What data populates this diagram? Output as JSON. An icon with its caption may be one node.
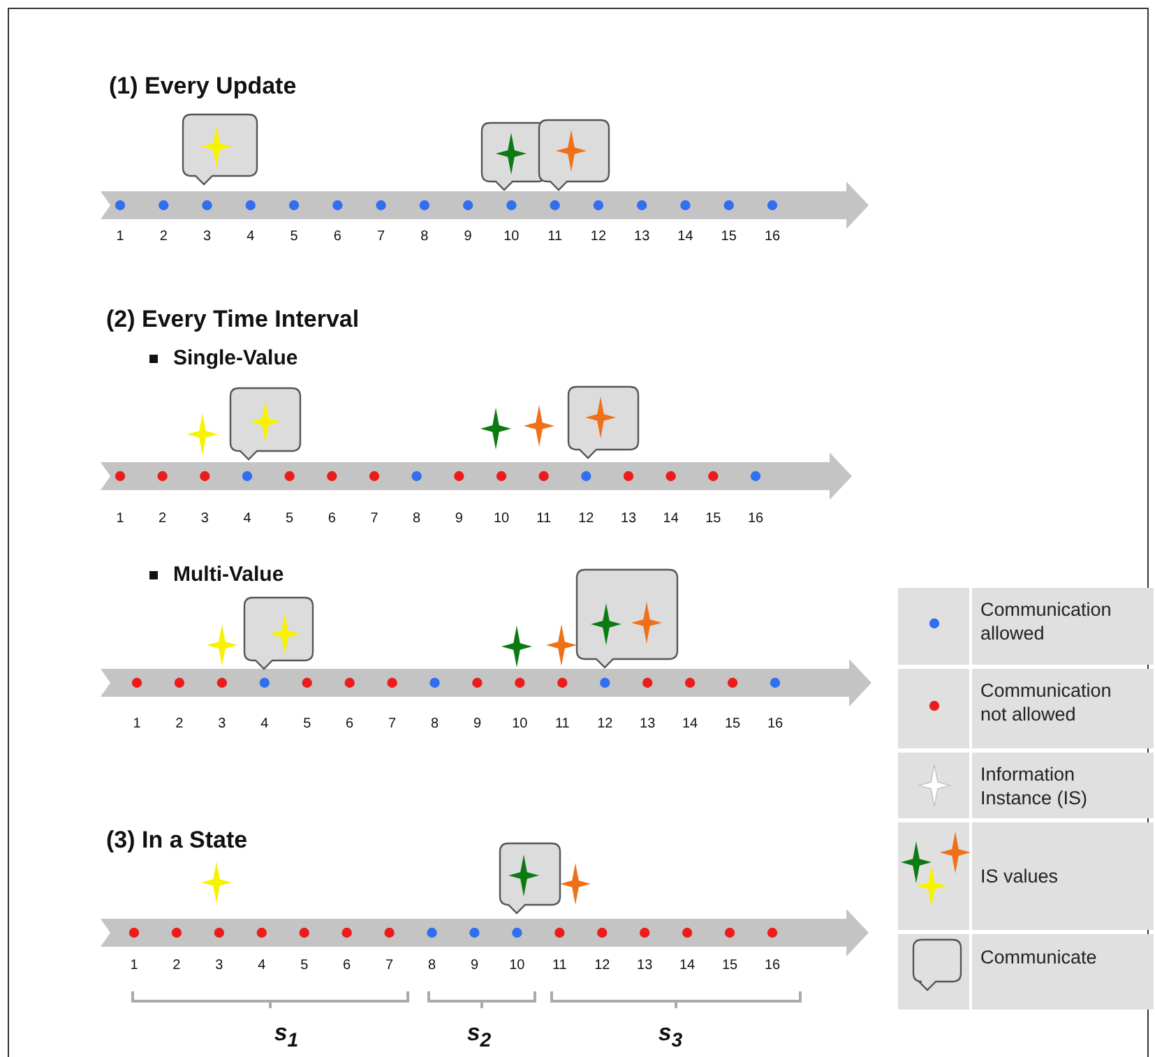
{
  "diagram": {
    "labels": [
      "(1)  Every Update",
      "1",
      "2",
      "3",
      "4",
      "5",
      "6",
      "7",
      "8",
      "9",
      "10",
      "11",
      "12",
      "13",
      "14",
      "15",
      "16",
      "(2)  Every Time Interval",
      "Single-Value",
      "1",
      "2",
      "3",
      "4",
      "5",
      "6",
      "7",
      "8",
      "9",
      "10",
      "11",
      "12",
      "13",
      "14",
      "15",
      "16",
      "Multi-Value",
      "1",
      "2",
      "3",
      "4",
      "5",
      "6",
      "7",
      "8",
      "9",
      "10",
      "11",
      "12",
      "13",
      "14",
      "15",
      "16",
      "(3)  In a State",
      "1",
      "2",
      "3",
      "4",
      "5",
      "6",
      "7",
      "8",
      "9",
      "10",
      "11",
      "12",
      "13",
      "14",
      "15",
      "16",
      "s$_{1}$",
      "s$_{2}$",
      "s$_{3}$"
    ],
    "legend": [
      {
        "text": "Communication allowed",
        "color": "#2f6ff0"
      },
      {
        "text": "Communication not allowed",
        "color": "#ec1c1c"
      },
      {
        "text": "Information Instance (IS)"
      },
      {
        "text": "IS values"
      },
      {
        "text": "Communicate"
      }
    ]
  }
}
